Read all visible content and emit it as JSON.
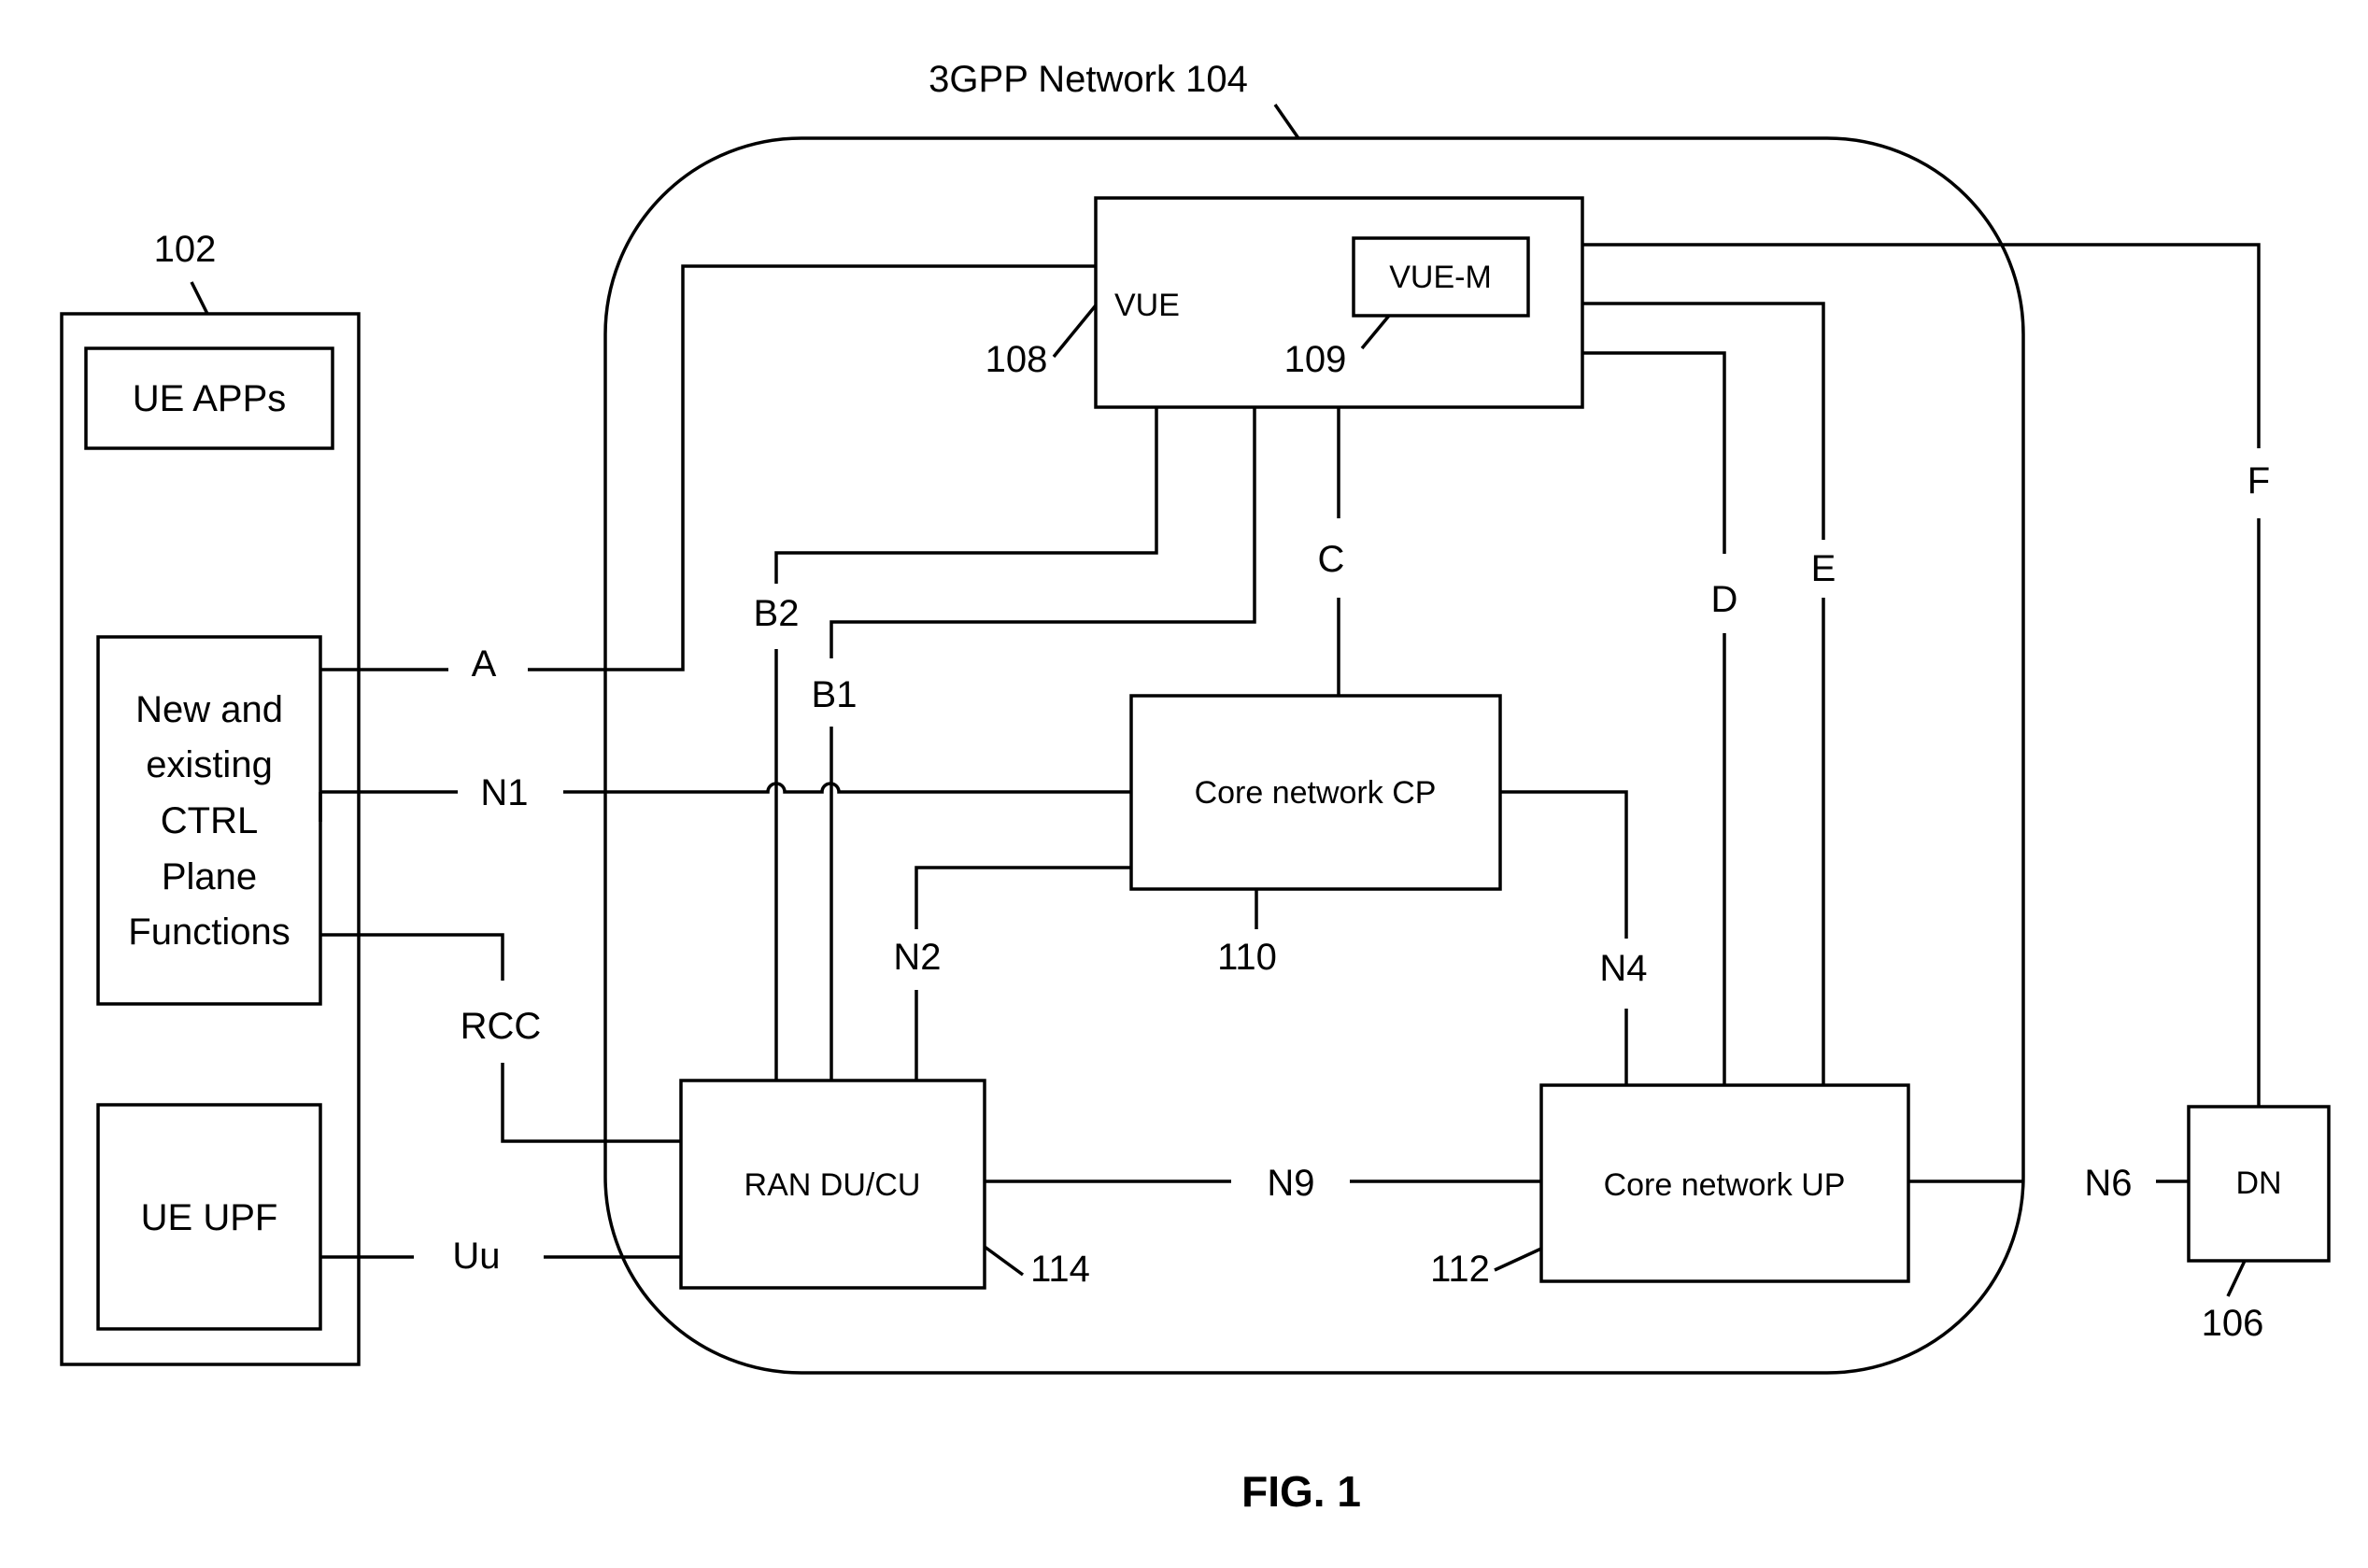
{
  "network": {
    "label": "3GPP Network 104"
  },
  "ue": {
    "ref": "102",
    "apps": "UE APPs",
    "ctrl_lines": [
      "New and",
      "existing",
      "CTRL",
      "Plane",
      "Functions"
    ],
    "upf": "UE UPF"
  },
  "vue": {
    "label": "VUE",
    "ref": "108",
    "module": "VUE-M",
    "module_ref": "109"
  },
  "core_cp": {
    "label": "Core network CP",
    "ref": "110"
  },
  "core_up": {
    "label": "Core network UP",
    "ref": "112"
  },
  "ran": {
    "label": "RAN DU/CU",
    "ref": "114"
  },
  "dn": {
    "label": "DN",
    "ref": "106"
  },
  "interfaces": {
    "A": "A",
    "N1": "N1",
    "RCC": "RCC",
    "Uu": "Uu",
    "B1": "B1",
    "B2": "B2",
    "C": "C",
    "D": "D",
    "E": "E",
    "F": "F",
    "N2": "N2",
    "N4": "N4",
    "N6": "N6",
    "N9": "N9"
  },
  "figure": {
    "caption": "FIG. 1"
  }
}
